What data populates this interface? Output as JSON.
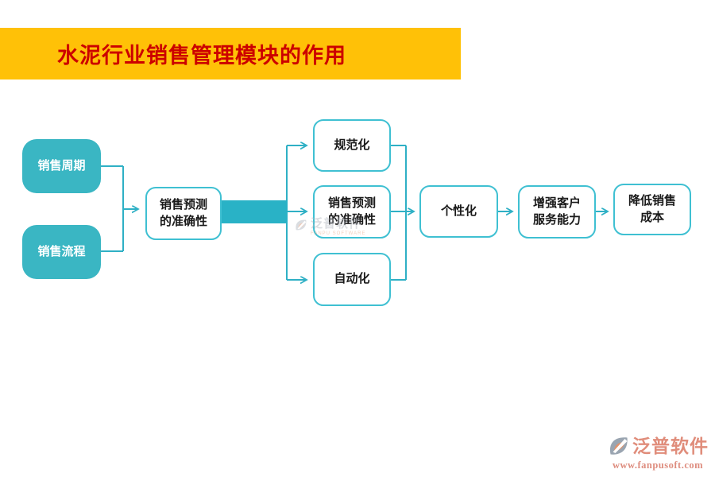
{
  "title": {
    "text": "水泥行业销售管理模块的作用"
  },
  "colors": {
    "banner_yellow": "#ffc107",
    "title_red": "#cc0000",
    "teal_fill": "#3ab6c3",
    "teal_line": "#2fb0c5",
    "box_border_teal": "#3fc0d2",
    "footer_coral": "#e08d7b"
  },
  "nodes": {
    "input1": {
      "label": "销售周期"
    },
    "input2": {
      "label": "销售流程"
    },
    "hub": {
      "line1": "销售预测",
      "line2": "的准确性"
    },
    "branch1": {
      "label": "规范化"
    },
    "branch2": {
      "line1": "销售预测",
      "line2": "的准确性"
    },
    "branch3": {
      "label": "自动化"
    },
    "chain1": {
      "label": "个性化"
    },
    "chain2": {
      "line1": "增强客户",
      "line2": "服务能力"
    },
    "chain3": {
      "line1": "降低销售",
      "line2": "成本"
    }
  },
  "watermark": {
    "text": "泛普软件",
    "subtext": "FANPU SOFTWARE"
  },
  "footer": {
    "brand": "泛普软件",
    "url": "www.fanpusoft.com"
  }
}
